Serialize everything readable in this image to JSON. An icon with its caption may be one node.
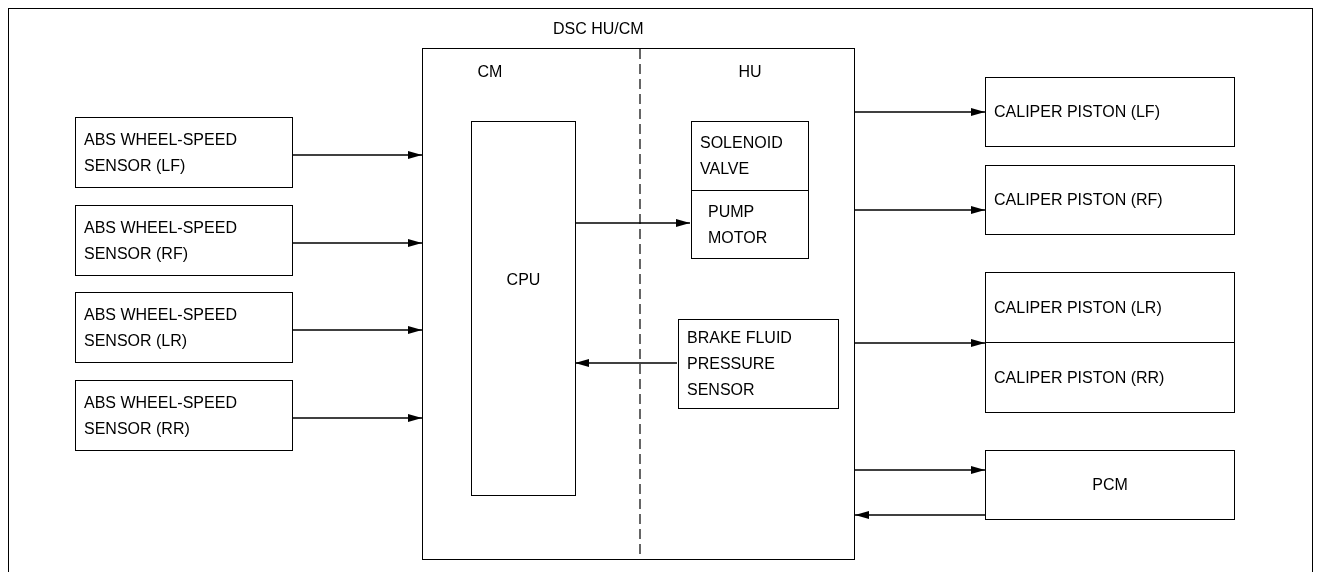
{
  "diagram": {
    "nodes": [
      {
        "text": [
          "DSC HU/CM"
        ]
      },
      {
        "text": [
          "CPU"
        ],
        "in": 0
      },
      {
        "text": [
          "SOLENOID VALVE"
        ],
        "in": 0
      },
      {
        "text": [
          "PUMP MOTOR"
        ],
        "in": 0
      },
      {
        "text": [
          "BRAKE FLUID PRESSURE SENSOR"
        ],
        "in": 0
      },
      {
        "text": [
          "ABS WHEEL-SPEED SENSOR (LF)"
        ]
      },
      {
        "text": [
          "ABS WHEEL-SPEED SENSOR (RF)"
        ]
      },
      {
        "text": [
          "ABS WHEEL-SPEED SENSOR (LR)"
        ]
      },
      {
        "text": [
          "ABS WHEEL-SPEED SENSOR (RR)"
        ]
      },
      {
        "text": [
          "CALIPER PISTON (LF)"
        ]
      },
      {
        "text": [
          "CALIPER PISTON (RF)"
        ]
      },
      {
        "text": [
          "CALIPER PISTON (LR)"
        ]
      },
      {
        "text": [
          "CALIPER PISTON (RR)"
        ]
      },
      {
        "text": [
          "PCM"
        ]
      }
    ],
    "edges": [
      {
        "from": 5,
        "to": 0,
        "arrow": "to"
      },
      {
        "from": 6,
        "to": 0,
        "arrow": "to"
      },
      {
        "from": 7,
        "to": 0,
        "arrow": "to"
      },
      {
        "from": 8,
        "to": 0,
        "arrow": "to"
      },
      {
        "from": 1,
        "to": 3,
        "arrow": "to"
      },
      {
        "from": 4,
        "to": 1,
        "arrow": "to"
      },
      {
        "from": 0,
        "to": 9,
        "arrow": "to"
      },
      {
        "from": 0,
        "to": 10,
        "arrow": "to"
      },
      {
        "from": 0,
        "to": 11,
        "arrow": "to"
      },
      {
        "from": 0,
        "to": 12,
        "arrow": "to"
      },
      {
        "from": 0,
        "to": 13,
        "arrow": "to"
      },
      {
        "from": 13,
        "to": 0,
        "arrow": "to"
      }
    ],
    "labels": [
      "CM",
      "HU"
    ]
  }
}
